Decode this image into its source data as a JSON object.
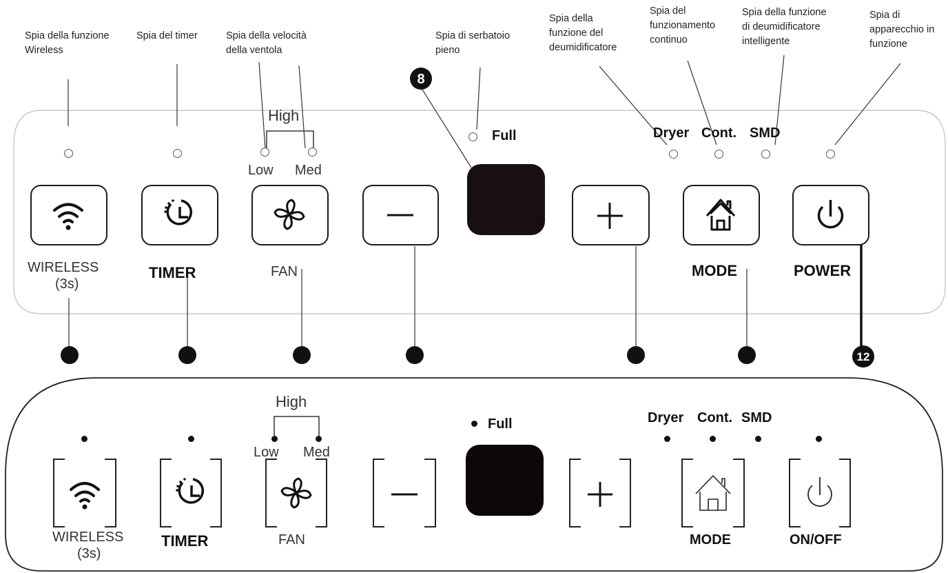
{
  "callouts": {
    "wireless": "Spia della funzione\nWireless",
    "timer": "Spia del timer",
    "fan_speed": "Spia della velocità\ndella ventola",
    "full_tank": "Spia di serbatoio\npieno",
    "dryer": "Spia della\nfunzione del\ndeumidificatore",
    "continuous": "Spia del\nfunzionamento\ncontinuo",
    "smart": "Spia della funzione\ndi deumidificatore\nintelligente",
    "power_on": "Spia di\napparecchio in\nfunzione"
  },
  "markers": {
    "display": "8",
    "power": "12"
  },
  "panel_top": {
    "high": "High",
    "low": "Low",
    "med": "Med",
    "full": "Full",
    "dryer": "Dryer",
    "cont": "Cont.",
    "smd": "SMD",
    "wireless": "WIRELESS",
    "wireless_hint": "(3s)",
    "timer": "TIMER",
    "fan": "FAN",
    "mode": "MODE",
    "power": "POWER"
  },
  "panel_bottom": {
    "high": "High",
    "low": "Low",
    "med": "Med",
    "full": "Full",
    "dryer": "Dryer",
    "cont": "Cont.",
    "smd": "SMD",
    "wireless": "WIRELESS",
    "wireless_hint": "(3s)",
    "timer": "TIMER",
    "fan": "FAN",
    "mode": "MODE",
    "onoff": "ON/OFF"
  },
  "icons": [
    "wifi-icon",
    "timer-icon",
    "fan-icon",
    "minus-icon",
    "plus-icon",
    "home-icon",
    "power-icon"
  ]
}
